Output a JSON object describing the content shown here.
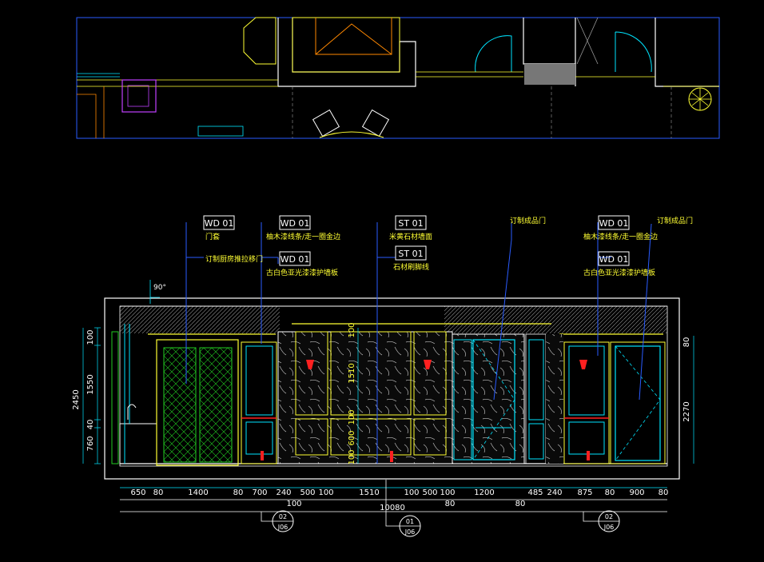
{
  "colors": {
    "background": "#000000",
    "cyan": "#00e5ff",
    "yellow": "#ffff33",
    "white": "#ffffff",
    "green": "#33ff33",
    "red": "#ff2020",
    "orange": "#ff8800",
    "blue": "#2a5cff",
    "gray": "#9a9a9a",
    "darkgray": "#404040",
    "magenta": "#c040ff"
  },
  "labels": [
    {
      "code": "WD 01",
      "text": "门套"
    },
    {
      "code": "",
      "text": "订制厨房推拉移门"
    },
    {
      "code": "WD 01",
      "text": "柚木漆线条/走一圈金边"
    },
    {
      "code": "WD 01",
      "text": "古白色亚光漆漆护墙板"
    },
    {
      "code": "ST 01",
      "text": "米黄石材墙面"
    },
    {
      "code": "ST 01",
      "text": "石材刷脚线"
    },
    {
      "code": "",
      "text": "订制成品门"
    },
    {
      "code": "WD 01",
      "text": "柚木漆线条/走一圈金边"
    },
    {
      "code": "",
      "text": "订制成品门"
    },
    {
      "code": "WD 01",
      "text": "古白色亚光漆漆护墙板"
    }
  ],
  "top_angle": "90°",
  "left_dims": [
    "100",
    "1550",
    "40",
    "760",
    "2450"
  ],
  "right_dims": [
    "80",
    "2270"
  ],
  "center_dims": [
    "100",
    "1510",
    "100",
    "600",
    "100"
  ],
  "bottom_dims": [
    "650",
    "80",
    "1400",
    "80",
    "700",
    "240",
    "500",
    "100",
    "1510",
    "100",
    "500",
    "100",
    "1200",
    "485",
    "240",
    "875",
    "80",
    "900",
    "80"
  ],
  "bottom_dims_row2": [
    "100",
    "80",
    "80"
  ],
  "total_dim": "10080",
  "callouts": [
    {
      "top": "02",
      "bottom": "J06"
    },
    {
      "top": "01",
      "bottom": "J06"
    },
    {
      "top": "02",
      "bottom": "J06"
    }
  ]
}
